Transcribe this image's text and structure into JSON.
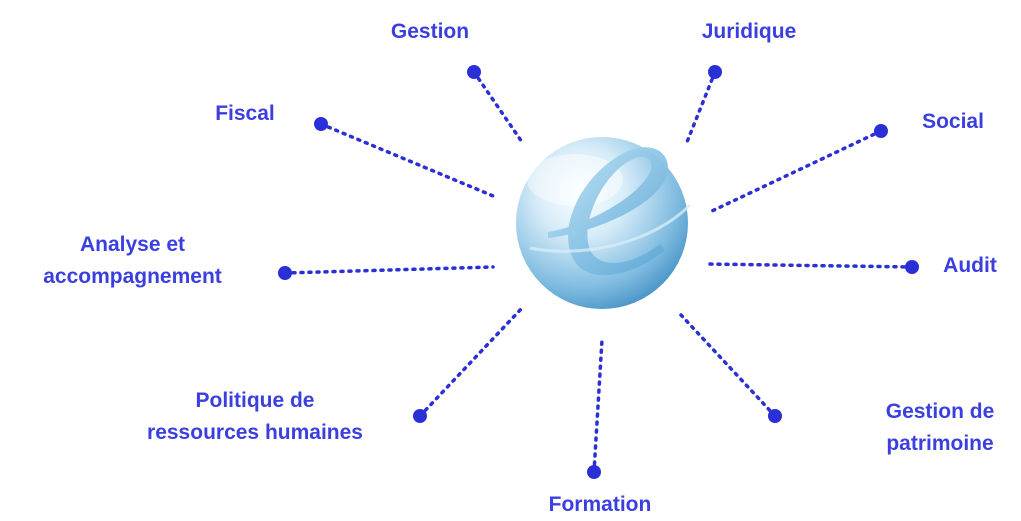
{
  "diagram": {
    "center_logo_letter": "e",
    "colors": {
      "label": "#3b3fe0",
      "connector": "#2b2fd6",
      "logo_light": "#e8f4fb",
      "logo_mid": "#9fcde8",
      "logo_dark": "#3f8ec4"
    },
    "nodes": [
      {
        "id": "gestion",
        "text": "Gestion"
      },
      {
        "id": "juridique",
        "text": "Juridique"
      },
      {
        "id": "fiscal",
        "text": "Fiscal"
      },
      {
        "id": "social",
        "text": "Social"
      },
      {
        "id": "analyse",
        "line1": "Analyse et",
        "line2": "accompagnement"
      },
      {
        "id": "audit",
        "text": "Audit"
      },
      {
        "id": "politique",
        "line1": "Politique de",
        "line2": "ressources humaines"
      },
      {
        "id": "patrimoine",
        "line1": "Gestion de",
        "line2": "patrimoine"
      },
      {
        "id": "formation",
        "text": "Formation"
      }
    ]
  }
}
